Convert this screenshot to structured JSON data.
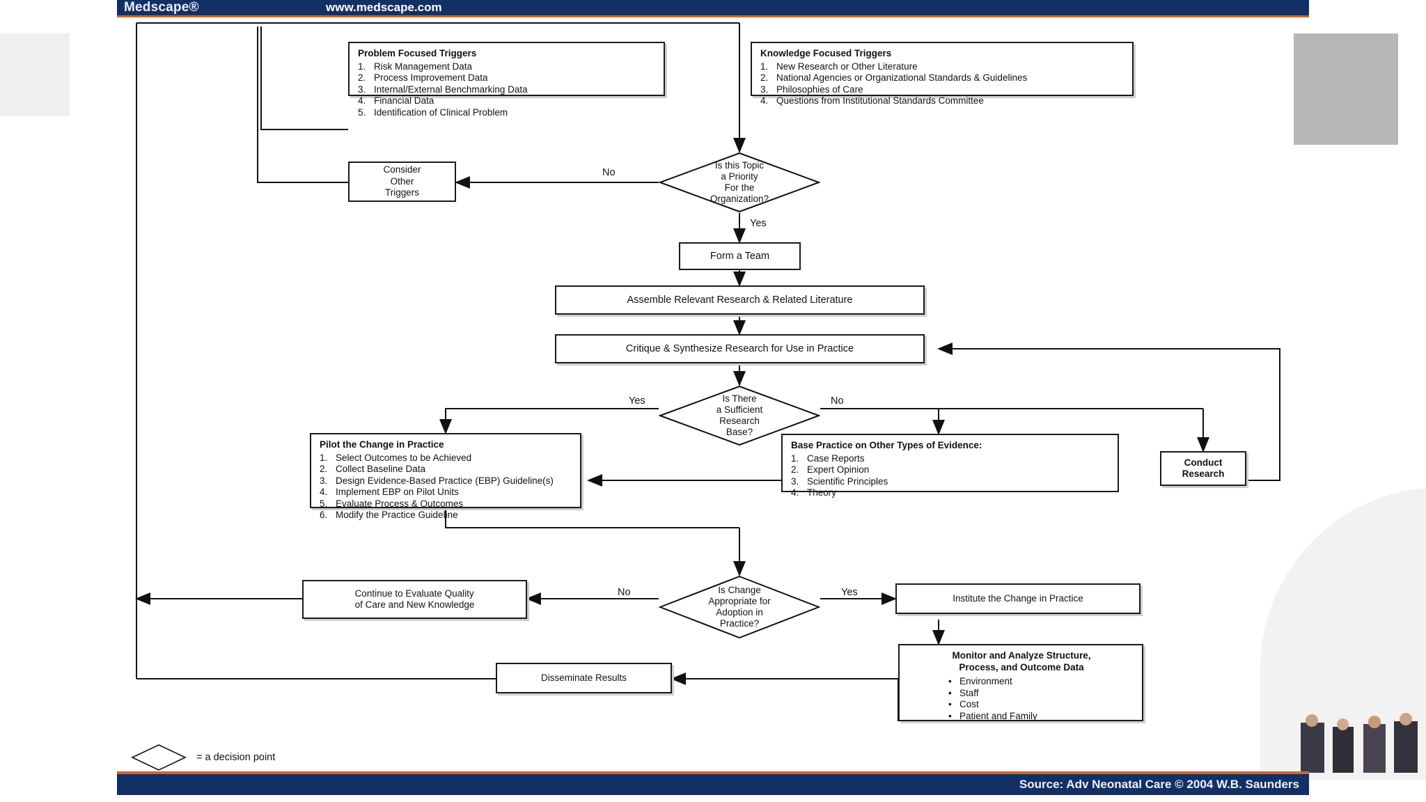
{
  "header": {
    "brand": "Medscape®",
    "url": "www.medscape.com"
  },
  "footer": {
    "source": "Source: Adv Neonatal Care © 2004 W.B. Saunders"
  },
  "colors": {
    "header_bg": "#123065",
    "accent_rule": "#d4651f",
    "node_border": "#1a1a1a",
    "page_bg": "#ffffff"
  },
  "flowchart": {
    "problem_triggers": {
      "title": "Problem Focused Triggers",
      "items": [
        "Risk Management Data",
        "Process Improvement Data",
        "Internal/External Benchmarking Data",
        "Financial Data",
        "Identification of Clinical Problem"
      ]
    },
    "knowledge_triggers": {
      "title": "Knowledge Focused Triggers",
      "items": [
        "New Research or Other Literature",
        "National Agencies or Organizational Standards & Guidelines",
        "Philosophies of Care",
        "Questions from Institutional Standards Committee"
      ]
    },
    "decision_priority": {
      "line1": "Is this Topic",
      "line2": "a Priority",
      "line3": "For the",
      "line4": "Organization?"
    },
    "consider_other_triggers": {
      "line1": "Consider",
      "line2": "Other",
      "line3": "Triggers"
    },
    "form_a_team": "Form a Team",
    "assemble_research": "Assemble Relevant Research & Related Literature",
    "critique_research": "Critique & Synthesize Research for Use in Practice",
    "decision_research_base": {
      "line1": "Is There",
      "line2": "a Sufficient",
      "line3": "Research",
      "line4": "Base?"
    },
    "pilot_change": {
      "title": "Pilot the Change in Practice",
      "items": [
        "Select Outcomes to be Achieved",
        "Collect Baseline Data",
        "Design Evidence-Based Practice (EBP) Guideline(s)",
        "Implement EBP on Pilot Units",
        "Evaluate Process & Outcomes",
        "Modify the Practice Guideline"
      ]
    },
    "base_practice_other": {
      "title": "Base Practice on Other Types of Evidence:",
      "items": [
        "Case Reports",
        "Expert Opinion",
        "Scientific Principles",
        "Theory"
      ]
    },
    "conduct_research": {
      "line1": "Conduct",
      "line2": "Research"
    },
    "decision_adoption": {
      "line1": "Is Change",
      "line2": "Appropriate for",
      "line3": "Adoption in",
      "line4": "Practice?"
    },
    "continue_evaluate": {
      "line1": "Continue to Evaluate Quality",
      "line2": "of Care and New Knowledge"
    },
    "institute_change": "Institute the Change in Practice",
    "monitor_analyze": {
      "title_line1": "Monitor and Analyze Structure,",
      "title_line2": "Process, and Outcome Data",
      "items": [
        "Environment",
        "Staff",
        "Cost",
        "Patient and Family"
      ]
    },
    "disseminate_results": "Disseminate Results",
    "edge_labels": {
      "priority_no": "No",
      "priority_yes": "Yes",
      "research_yes": "Yes",
      "research_no": "No",
      "adoption_no": "No",
      "adoption_yes": "Yes"
    },
    "legend": {
      "text": "=  a decision point"
    }
  }
}
